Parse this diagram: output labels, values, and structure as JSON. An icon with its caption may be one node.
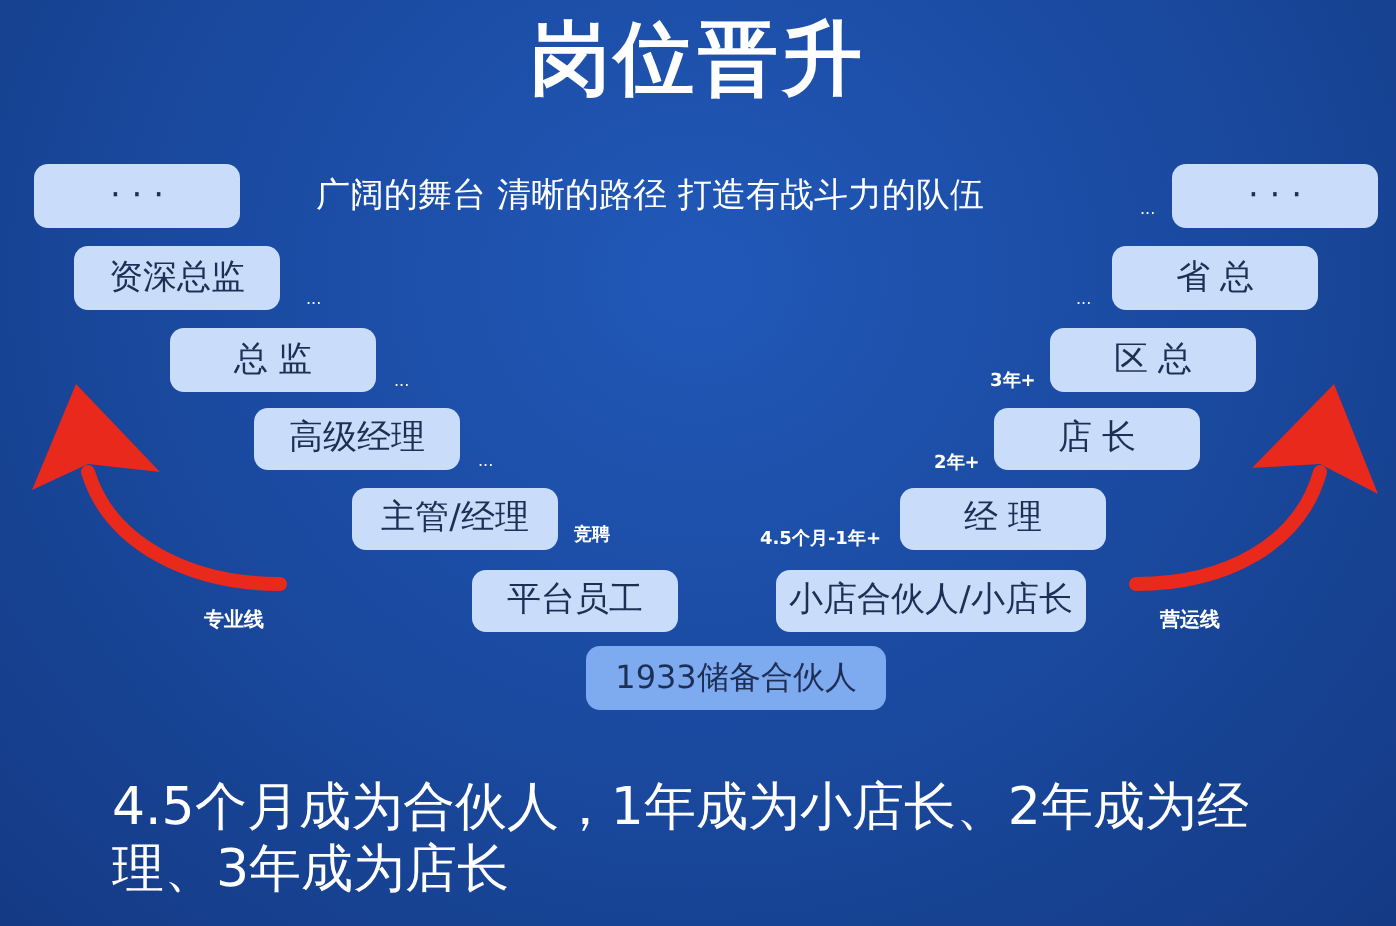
{
  "diagram": {
    "title": "岗位晋升",
    "nodes": [
      {
        "text": [
          "1933储备合伙人"
        ]
      },
      {
        "text": [
          "平台员工"
        ]
      },
      {
        "text": [
          "主管/经理"
        ]
      },
      {
        "text": [
          "高级经理"
        ]
      },
      {
        "text": [
          "总 监"
        ]
      },
      {
        "text": [
          "资深总监"
        ]
      },
      {
        "text": [
          "· · ·"
        ]
      },
      {
        "text": [
          "小店合伙人/小店长"
        ]
      },
      {
        "text": [
          "经 理"
        ],
        "beside": [
          "4.5个月-1年+"
        ]
      },
      {
        "text": [
          "店 长"
        ],
        "beside": [
          "2年+"
        ]
      },
      {
        "text": [
          "区 总"
        ],
        "beside": [
          "3年+"
        ]
      },
      {
        "text": [
          "省 总"
        ]
      },
      {
        "text": [
          "· · ·"
        ]
      }
    ],
    "labels": [
      "广阔的舞台 清晰的路径 打造有战斗力的队伍",
      "...",
      "...",
      "...",
      "...",
      "...",
      "竞聘",
      "专业线",
      "营运线",
      "4.5个月成为合伙人，1年成为小店长、2年成为经理、3年成为店长"
    ]
  }
}
